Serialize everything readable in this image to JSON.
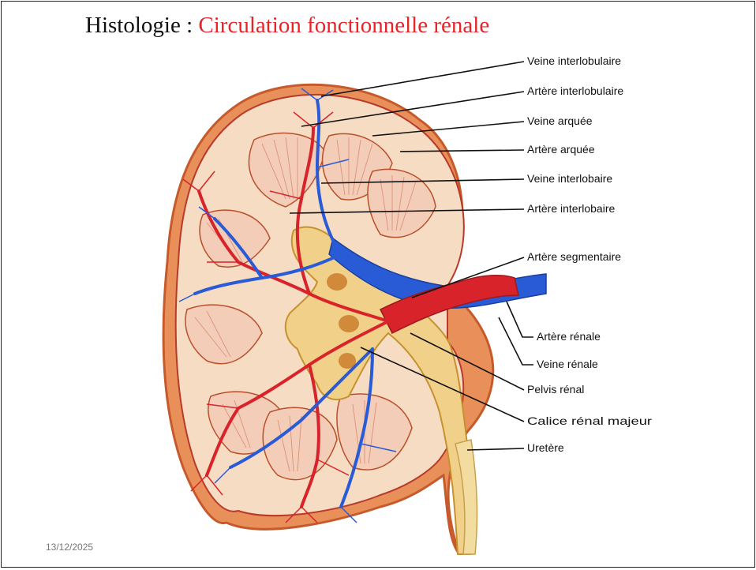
{
  "slide": {
    "title_prefix": "Histologie : ",
    "title_accent": "Circulation fonctionnelle rénale",
    "date": "13/12/2025"
  },
  "labels": [
    "Veine interlobulaire",
    "Artère interlobulaire",
    "Veine arquée",
    "Artère arquée",
    "Veine interlobaire",
    "Artère interlobaire",
    "Artère segmentaire",
    "Artère rénale",
    "Veine rénale",
    "Pelvis rénal",
    "Calice rénal majeur",
    "Uretère"
  ],
  "colors": {
    "title_accent": "#e8242a",
    "artery": "#d8232a",
    "vein": "#2a5bd7",
    "capsule": "#e07a3a",
    "cortex": "#f6dcc2",
    "pelvis": "#f1d18a"
  },
  "icons": [
    "kidney-illustration"
  ]
}
